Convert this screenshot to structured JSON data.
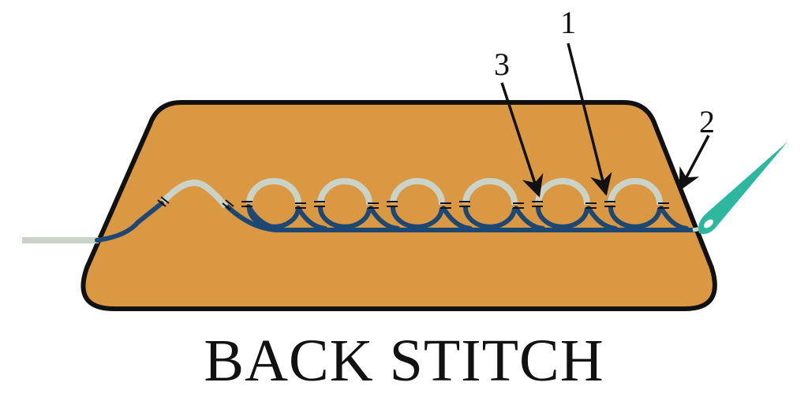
{
  "title": "BACK STITCH",
  "callouts": [
    {
      "id": "callout-1",
      "label": "1"
    },
    {
      "id": "callout-2",
      "label": "2"
    },
    {
      "id": "callout-3",
      "label": "3"
    }
  ],
  "colors": {
    "fabric": "#DA9843",
    "outline": "#111111",
    "thread_top": "#C9D3C8",
    "thread_under": "#1C4873",
    "needle": "#2DB79F"
  },
  "icons": {
    "needle": "sewing-needle-icon",
    "arrow": "arrow-icon"
  }
}
